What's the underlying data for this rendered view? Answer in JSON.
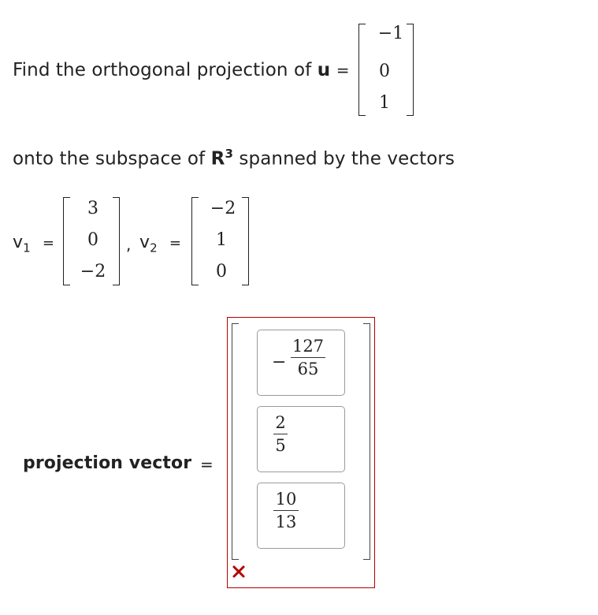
{
  "prompt": {
    "line1_prefix": "Find the orthogonal projection of",
    "u_label": "u",
    "equals": "=",
    "line2_prefix": "onto the subspace of",
    "space": "R",
    "space_exp": "3",
    "line2_suffix": "spanned by the vectors"
  },
  "u": [
    "−1",
    "0",
    "1"
  ],
  "v1": {
    "label": "v",
    "sub": "1",
    "values": [
      "3",
      "0",
      "−2"
    ]
  },
  "v2": {
    "label": "v",
    "sub": "2",
    "values": [
      "−2",
      "1",
      "0"
    ]
  },
  "comma": ",",
  "answer": {
    "label": "projection vector",
    "equals": "=",
    "entries": [
      {
        "sign": "−",
        "numerator": "127",
        "denominator": "65"
      },
      {
        "sign": "",
        "numerator": "2",
        "denominator": "5"
      },
      {
        "sign": "",
        "numerator": "10",
        "denominator": "13"
      }
    ],
    "status_icon": "incorrect-x-icon",
    "status_color": "#b30000"
  }
}
